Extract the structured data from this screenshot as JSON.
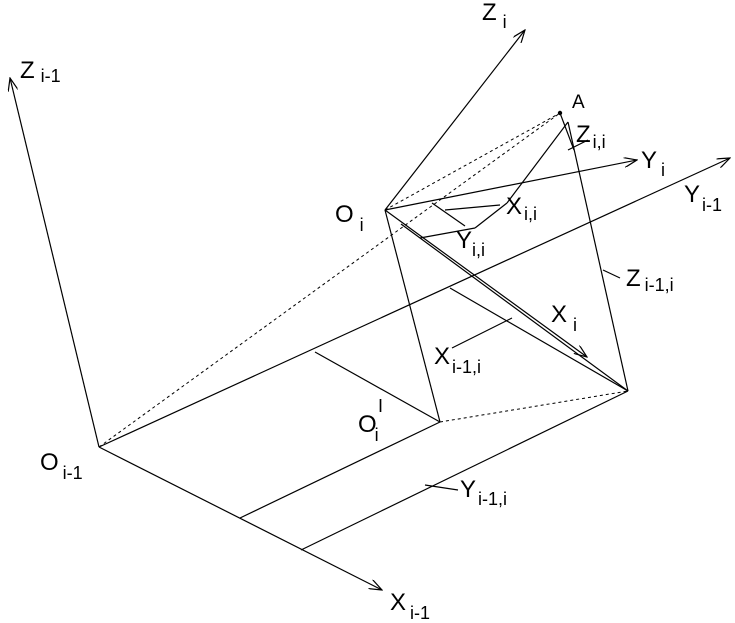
{
  "diagram": {
    "labels": {
      "z_prev": {
        "main": "Z",
        "sub": "i-1"
      },
      "z_i": {
        "main": "Z",
        "sub": "i"
      },
      "a": {
        "main": "A",
        "sub": ""
      },
      "z_ii": {
        "main": "Z",
        "sub": "i,i"
      },
      "y_i": {
        "main": "Y",
        "sub": "i"
      },
      "y_prev": {
        "main": "Y",
        "sub": "i-1"
      },
      "o_i": {
        "main": "O",
        "sub": "i"
      },
      "x_ii": {
        "main": "X",
        "sub": "i,i"
      },
      "y_ii": {
        "main": "Y",
        "sub": "i,i"
      },
      "z_prev_i": {
        "main": "Z",
        "sub": "i-1,i"
      },
      "x_i": {
        "main": "X",
        "sub": "i"
      },
      "x_prev_i": {
        "main": "X",
        "sub": "i-1,i"
      },
      "o_i_prime": {
        "main": "O",
        "sub": "i",
        "sup": "I"
      },
      "o_prev": {
        "main": "O",
        "sub": "i-1"
      },
      "y_prev_i": {
        "main": "Y",
        "sub": "i-1,i"
      },
      "x_prev": {
        "main": "X",
        "sub": "i-1"
      }
    }
  }
}
